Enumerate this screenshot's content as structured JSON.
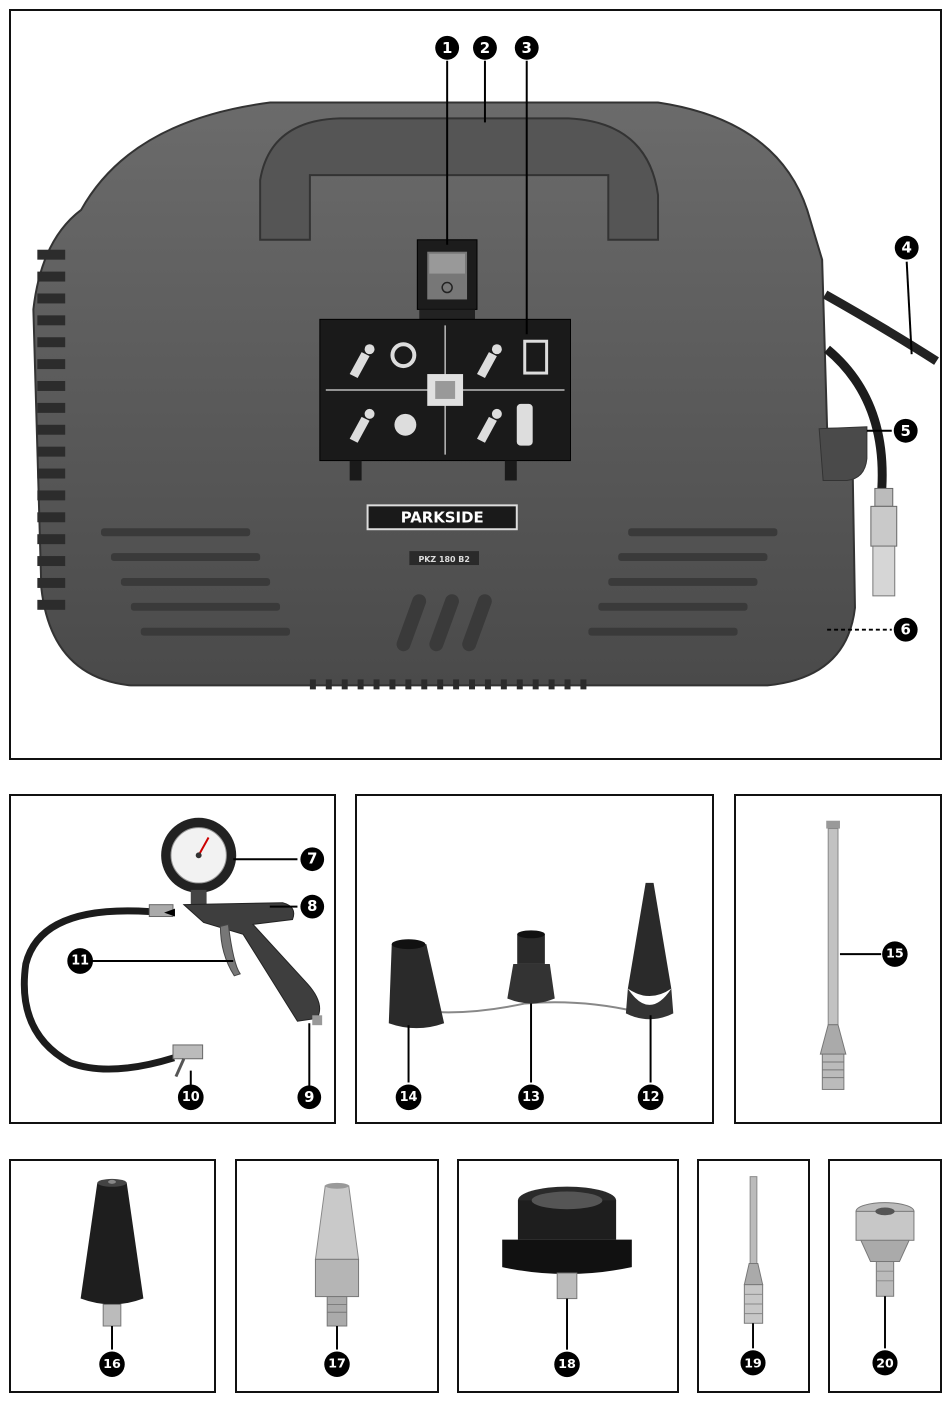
{
  "brand": "PARKSIDE",
  "model": "PKZ 180 B2",
  "callouts": {
    "c1": "1",
    "c2": "2",
    "c3": "3",
    "c4": "4",
    "c5": "5",
    "c6": "6",
    "c7": "7",
    "c8": "8",
    "c9": "9",
    "c10": "10",
    "c11": "11",
    "c12": "12",
    "c13": "13",
    "c14": "14",
    "c15": "15",
    "c16": "16",
    "c17": "17",
    "c18": "18",
    "c19": "19",
    "c20": "20"
  },
  "icons": [
    "power-switch-icon",
    "tire-inflation-icon",
    "airbed-inflation-icon",
    "ball-inflation-icon",
    "airmattress-adapter-icon",
    "manual-icon"
  ],
  "colors": {
    "body": "#5a5a5a",
    "body_dark": "#3e3e3e",
    "callout_fill": "#000000",
    "border": "#111111"
  }
}
